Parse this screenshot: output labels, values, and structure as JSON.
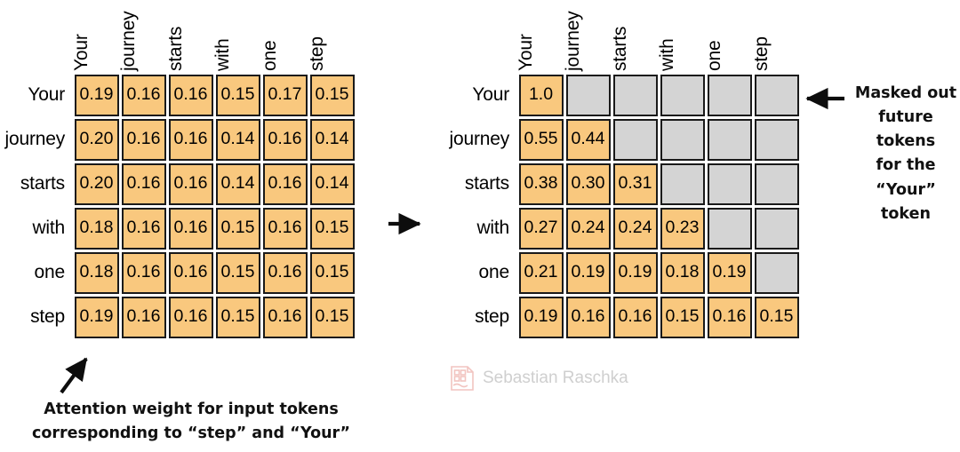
{
  "tokens": [
    "Your",
    "journey",
    "starts",
    "with",
    "one",
    "step"
  ],
  "left_matrix": {
    "name": "attention-weights",
    "columns": [
      "Your",
      "journey",
      "starts",
      "with",
      "one",
      "step"
    ],
    "rows": [
      "Your",
      "journey",
      "starts",
      "with",
      "one",
      "step"
    ],
    "values": [
      [
        "0.19",
        "0.16",
        "0.16",
        "0.15",
        "0.17",
        "0.15"
      ],
      [
        "0.20",
        "0.16",
        "0.16",
        "0.14",
        "0.16",
        "0.14"
      ],
      [
        "0.20",
        "0.16",
        "0.16",
        "0.14",
        "0.16",
        "0.14"
      ],
      [
        "0.18",
        "0.16",
        "0.16",
        "0.15",
        "0.16",
        "0.15"
      ],
      [
        "0.18",
        "0.16",
        "0.16",
        "0.15",
        "0.16",
        "0.15"
      ],
      [
        "0.19",
        "0.16",
        "0.16",
        "0.15",
        "0.16",
        "0.15"
      ]
    ],
    "masked": [
      [
        false,
        false,
        false,
        false,
        false,
        false
      ],
      [
        false,
        false,
        false,
        false,
        false,
        false
      ],
      [
        false,
        false,
        false,
        false,
        false,
        false
      ],
      [
        false,
        false,
        false,
        false,
        false,
        false
      ],
      [
        false,
        false,
        false,
        false,
        false,
        false
      ],
      [
        false,
        false,
        false,
        false,
        false,
        false
      ]
    ]
  },
  "right_matrix": {
    "name": "masked-normalized-attention-weights",
    "columns": [
      "Your",
      "journey",
      "starts",
      "with",
      "one",
      "step"
    ],
    "rows": [
      "Your",
      "journey",
      "starts",
      "with",
      "one",
      "step"
    ],
    "values": [
      [
        "1.0",
        "",
        "",
        "",
        "",
        ""
      ],
      [
        "0.55",
        "0.44",
        "",
        "",
        "",
        ""
      ],
      [
        "0.38",
        "0.30",
        "0.31",
        "",
        "",
        ""
      ],
      [
        "0.27",
        "0.24",
        "0.24",
        "0.23",
        "",
        ""
      ],
      [
        "0.21",
        "0.19",
        "0.19",
        "0.18",
        "0.19",
        ""
      ],
      [
        "0.19",
        "0.16",
        "0.16",
        "0.15",
        "0.16",
        "0.15"
      ]
    ],
    "masked": [
      [
        false,
        true,
        true,
        true,
        true,
        true
      ],
      [
        false,
        false,
        true,
        true,
        true,
        true
      ],
      [
        false,
        false,
        false,
        true,
        true,
        true
      ],
      [
        false,
        false,
        false,
        false,
        true,
        true
      ],
      [
        false,
        false,
        false,
        false,
        false,
        true
      ],
      [
        false,
        false,
        false,
        false,
        false,
        false
      ]
    ]
  },
  "annotations": {
    "left_caption_line1": "Attention weight for input tokens",
    "left_caption_line2": "corresponding to “step” and “Your”",
    "right_line1": "Masked out",
    "right_line2": "future tokens",
    "right_line3": "for the “Your”",
    "right_line4": "token"
  },
  "watermark": {
    "text": "Sebastian Raschka"
  },
  "colors": {
    "cell_active": "#F9C87E",
    "cell_masked": "#D4D4D4",
    "cell_border": "#1a1a1a",
    "text": "#000000",
    "watermark": "#cfcfcf",
    "watermark_logo": "#f2c4c0"
  }
}
